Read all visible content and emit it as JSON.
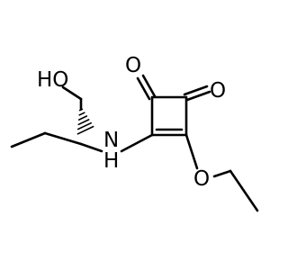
{
  "molecule": {
    "atoms": {
      "hydroxyl": "HO",
      "amine": "N",
      "amine_h": "H",
      "carbonyl_top": "O",
      "carbonyl_right": "O",
      "ether_oxygen": "O"
    }
  }
}
